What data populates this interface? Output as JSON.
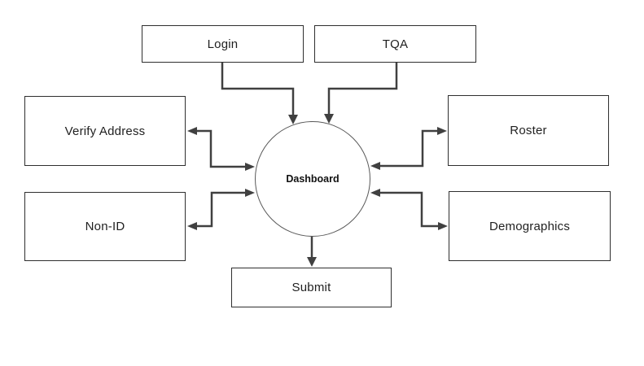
{
  "diagram": {
    "type": "flowchart",
    "nodes": {
      "dashboard": {
        "label": "Dashboard",
        "shape": "circle"
      },
      "login": {
        "label": "Login",
        "shape": "rectangle"
      },
      "tqa": {
        "label": "TQA",
        "shape": "rectangle"
      },
      "verify_address": {
        "label": "Verify Address",
        "shape": "rectangle"
      },
      "non_id": {
        "label": "Non-ID",
        "shape": "rectangle"
      },
      "roster": {
        "label": "Roster",
        "shape": "rectangle"
      },
      "demographics": {
        "label": "Demographics",
        "shape": "rectangle"
      },
      "submit": {
        "label": "Submit",
        "shape": "rectangle"
      }
    },
    "edges": [
      {
        "from": "Login",
        "to": "Dashboard",
        "direction": "one-way"
      },
      {
        "from": "TQA",
        "to": "Dashboard",
        "direction": "one-way"
      },
      {
        "from": "Dashboard",
        "to": "Verify Address",
        "direction": "two-way"
      },
      {
        "from": "Dashboard",
        "to": "Non-ID",
        "direction": "two-way"
      },
      {
        "from": "Dashboard",
        "to": "Roster",
        "direction": "two-way"
      },
      {
        "from": "Dashboard",
        "to": "Demographics",
        "direction": "two-way"
      },
      {
        "from": "Dashboard",
        "to": "Submit",
        "direction": "one-way"
      }
    ],
    "colors": {
      "line": "#404040",
      "box_border": "#2f2f2f",
      "circle_border": "#595959",
      "background": "#ffffff",
      "text": "#1f1f1f"
    }
  }
}
